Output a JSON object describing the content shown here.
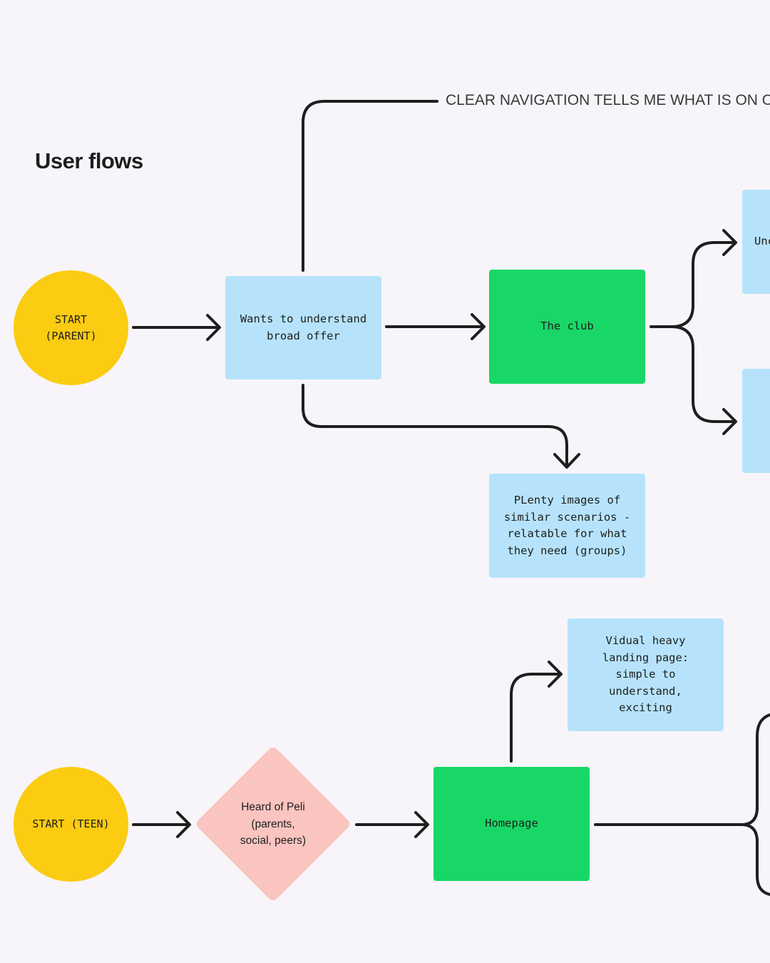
{
  "page": {
    "title": "User flows",
    "background": "#f7f5f9"
  },
  "colors": {
    "start": "#fbcc12",
    "step": "#b6e3fb",
    "page": "#19d766",
    "decision": "#fac4c0",
    "connector": "#1e1e1e"
  },
  "parent_flow": {
    "start_label": "START\n(PARENT)",
    "wants_label": "Wants to understand\nbroad offer",
    "nav_note": "CLEAR NAVIGATION TELLS ME WHAT IS ON OF",
    "club_label": "The club",
    "images_label": "PLenty images of\nsimilar scenarios -\nrelatable for what\nthey need (groups)",
    "offscreen_top_label": "Unc"
  },
  "teen_flow": {
    "start_label": "START (TEEN)",
    "heard_label": "Heard of Peli\n(parents,\nsocial, peers)",
    "homepage_label": "Homepage",
    "visual_label": "Vidual heavy\nlanding page:\nsimple to\nunderstand,\nexciting"
  }
}
